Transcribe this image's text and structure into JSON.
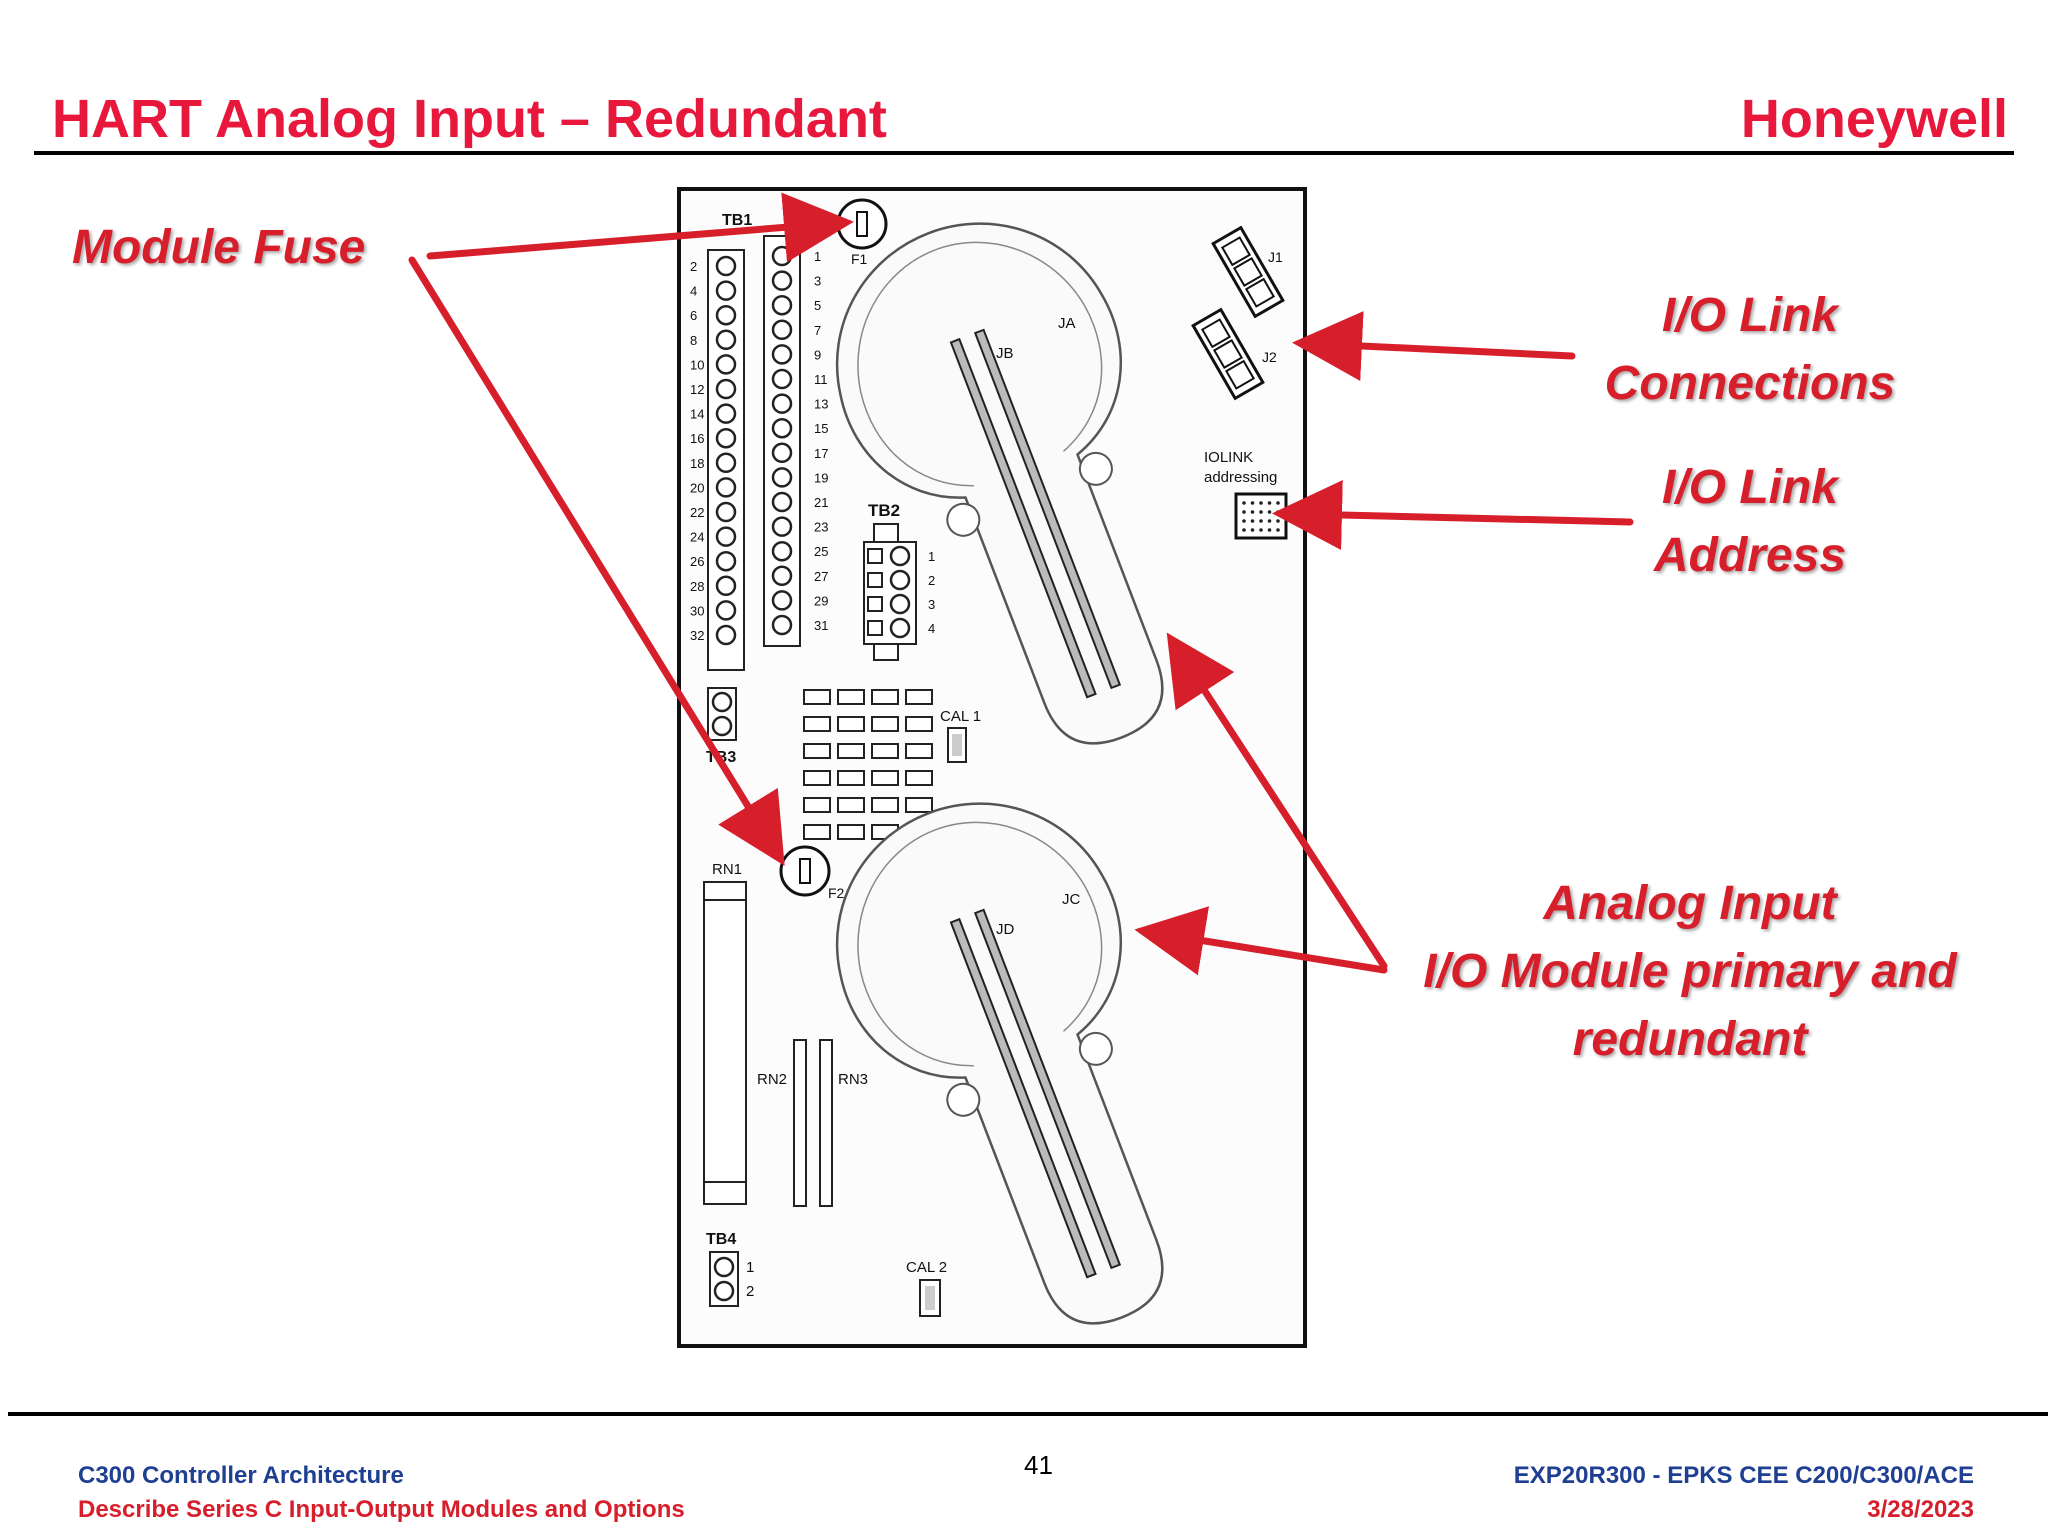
{
  "header": {
    "title": "HART Analog Input – Redundant",
    "brand": "Honeywell"
  },
  "callouts": {
    "module_fuse": "Module Fuse",
    "io_link_connections_line1": "I/O Link",
    "io_link_connections_line2": "Connections",
    "io_link_address_line1": "I/O Link",
    "io_link_address_line2": "Address",
    "analog_input_line1": "Analog Input",
    "analog_input_line2": "I/O Module primary and",
    "analog_input_line3": "redundant"
  },
  "board_labels": {
    "tb1": "TB1",
    "tb2": "TB2",
    "tb3": "TB3",
    "tb4": "TB4",
    "f1": "F1",
    "f2": "F2",
    "j1": "J1",
    "j2": "J2",
    "ja": "JA",
    "jb": "JB",
    "jc": "JC",
    "jd": "JD",
    "iolink": "IOLINK",
    "addressing": "addressing",
    "cal1": "CAL 1",
    "cal2": "CAL 2",
    "rn1": "RN1",
    "rn2": "RN2",
    "rn3": "RN3",
    "tb1_left_pins": [
      "2",
      "4",
      "6",
      "8",
      "10",
      "12",
      "14",
      "16",
      "18",
      "20",
      "22",
      "24",
      "26",
      "28",
      "30",
      "32"
    ],
    "tb1_right_pins": [
      "1",
      "3",
      "5",
      "7",
      "9",
      "11",
      "13",
      "15",
      "17",
      "19",
      "21",
      "23",
      "25",
      "27",
      "29",
      "31"
    ],
    "tb2_pins": [
      "1",
      "2",
      "3",
      "4"
    ],
    "tb4_pins": [
      "1",
      "2"
    ]
  },
  "footer": {
    "left_line1": "C300 Controller Architecture",
    "left_line2": "Describe Series C Input-Output Modules and Options",
    "page_number": "41",
    "right_line1": "EXP20R300 - EPKS CEE C200/C300/ACE",
    "right_line2": "3/28/2023"
  },
  "colors": {
    "title_red": "#e8173c",
    "callout_red": "#d71f2b",
    "footer_blue": "#1f3f93"
  }
}
